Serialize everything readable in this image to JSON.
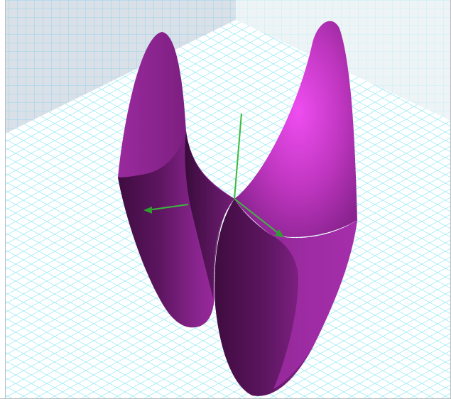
{
  "scene": {
    "type": "3d-surface-plot",
    "surface": "saddle",
    "surface_color": "#c63dc6",
    "grid_line_color": "#7fe0f0",
    "wall_color_left": "#d7dee6",
    "wall_color_right": "#ecf3f6",
    "floor_color": "#ffffff",
    "axis_color": "#3db83d",
    "axes": [
      "x-axis-arrow",
      "y-axis-arrow",
      "z-axis"
    ]
  }
}
